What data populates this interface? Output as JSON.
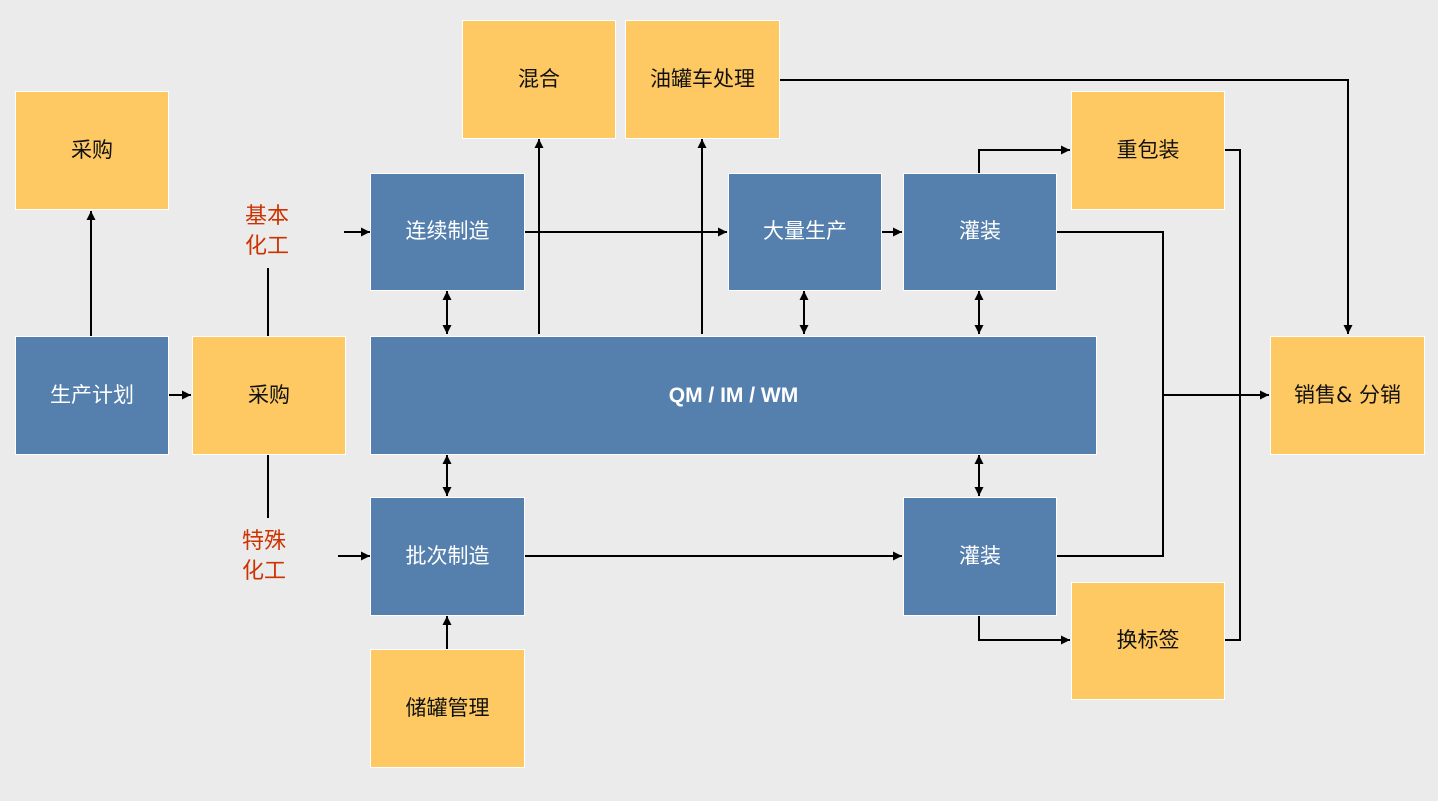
{
  "nodes": {
    "procure_top": "采购",
    "plan": "生产计划",
    "procure": "采购",
    "mix": "混合",
    "tanker": "油罐车处理",
    "continuous": "连续制造",
    "mass": "大量生产",
    "fill_top": "灌装",
    "repack": "重包装",
    "qm": "QM / IM / WM",
    "batch": "批次制造",
    "fill_bottom": "灌装",
    "relabel": "换标签",
    "storage": "储罐管理",
    "sales": "销售& 分销"
  },
  "labels": {
    "basic_line1": "基本",
    "basic_line2": "化工",
    "special_line1": "特殊",
    "special_line2": "化工"
  },
  "colors": {
    "background": "#ebebeb",
    "process_box": "#5580ae",
    "support_box": "#fec962",
    "category_text": "#cc3300"
  }
}
